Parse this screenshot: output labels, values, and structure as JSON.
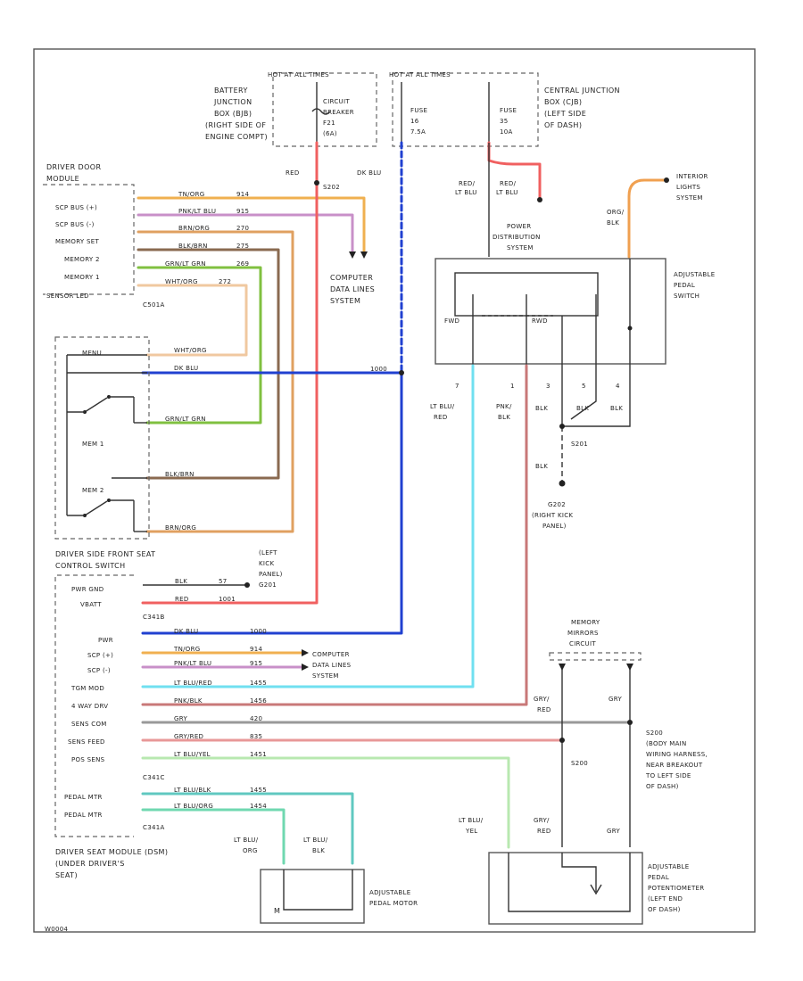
{
  "footer_code": "W0004",
  "labels": {
    "hot1": "HOT AT ALL TIMES",
    "hot2": "HOT AT ALL TIMES",
    "bjb1": "BATTERY",
    "bjb2": "JUNCTION",
    "bjb3": "BOX (BJB)",
    "bjb4": "(RIGHT SIDE OF",
    "bjb5": "ENGINE COMPT)",
    "cb1": "CIRCUIT",
    "cb2": "BREAKER",
    "cb3": "F21",
    "cb4": "(6A)",
    "fa1": "FUSE",
    "fa2": "16",
    "fa3": "7.5A",
    "fb1": "FUSE",
    "fb2": "35",
    "fb3": "10A",
    "cjb1": "CENTRAL JUNCTION",
    "cjb2": "BOX (CJB)",
    "cjb3": "(LEFT SIDE",
    "cjb4": "OF DASH)",
    "ddm1": "DRIVER DOOR",
    "ddm2": "MODULE",
    "pin_scp_plus": "SCP BUS (+)",
    "pin_scp_minus": "SCP BUS (-)",
    "pin_mem_set": "MEMORY SET",
    "pin_mem2": "MEMORY 2",
    "pin_mem1": "MEMORY 1",
    "pin_sensor": "SENSOR LED",
    "w_tn_org": "TN/ORG",
    "w_tn_org_n": "914",
    "w_pk_bu": "PNK/LT BLU",
    "w_pk_bu_n": "915",
    "w_bn_org": "BRN/ORG",
    "w_bn_org_n": "270",
    "w_bn_bu": "BLK/BRN",
    "w_bn_bu_n": "275",
    "w_gn_bk": "GRN/LT GRN",
    "w_gn_bk_n": "269",
    "w_wh_org": "WHT/ORG",
    "w_wh_org_n": "272",
    "c_c501a": "C501A",
    "cdl1": "COMPUTER",
    "cdl2": "DATA LINES",
    "cdl3": "SYSTEM",
    "red_top": "RED",
    "s202": "S202",
    "dk_blu_top": "DK BLU",
    "red_lt1": "RED/",
    "red_lt2": "LT BLU",
    "red_lt3": "RED/",
    "red_lt4": "LT BLU",
    "pds1": "POWER",
    "pds2": "DISTRIBUTION",
    "pds3": "SYSTEM",
    "org_blk1": "ORG/",
    "org_blk2": "BLK",
    "ils1": "INTERIOR",
    "ils2": "LIGHTS",
    "ils3": "SYSTEM",
    "aps1": "ADJUSTABLE",
    "aps2": "PEDAL",
    "aps3": "SWITCH",
    "fwd": "FWD",
    "rwd": "RWD",
    "pin7": "7",
    "pin1": "1",
    "pin3": "3",
    "pin5": "5",
    "pin4": "4",
    "ltb_red1": "LT BLU/",
    "ltb_red2": "RED",
    "pnk_blk1": "PNK/",
    "pnk_blk2": "BLK",
    "blk_a": "BLK",
    "blk_b": "BLK",
    "blk_c": "BLK",
    "blk_d": "BLK",
    "s201": "S201",
    "g202_1": "G202",
    "g202_2": "(RIGHT KICK",
    "g202_3": "PANEL)",
    "w_wh_org2": "WHT/ORG",
    "w_dk_blu": "DK BLU",
    "dk_n": "1000",
    "w_grn_lt": "GRN/LT GRN",
    "w_blk_brn": "BLK/BRN",
    "w_brn_org": "BRN/ORG",
    "seat1": "DRIVER SIDE FRONT SEAT",
    "seat2": "CONTROL SWITCH",
    "pwr_gnd": "PWR GND",
    "vbatt": "VBATT",
    "blk_gnd": "BLK",
    "blk_gnd_n": "57",
    "red_v": "RED",
    "red_v_n": "1001",
    "lk1": "(LEFT",
    "lk2": "KICK",
    "lk3": "PANEL)",
    "lk4": "G201",
    "c341b": "C341B",
    "pwr": "PWR",
    "scp_p": "SCP (+)",
    "scp_m": "SCP (-)",
    "tgl_mod": "TGM MOD",
    "4way": "4 WAY DRV",
    "sens_com": "SENS COM",
    "sens_feed": "SENS FEED",
    "pos_sens": "POS SENS",
    "w_dk_blu2": "DK BLU",
    "w_dk_blu2_n": "1000",
    "w_tn_org2": "TN/ORG",
    "w_tn_org2_n": "914",
    "w_pk_bu2": "PNK/LT BLU",
    "w_pk_bu2_n": "915",
    "w_lt_red": "LT BLU/RED",
    "w_lt_red_n": "1455",
    "w_pnk_blk": "PNK/BLK",
    "w_pnk_blk_n": "1456",
    "w_gry": "GRY",
    "w_gry_n": "420",
    "w_gry_red": "GRY/RED",
    "w_gry_red_n": "835",
    "w_lt_yel": "LT BLU/YEL",
    "w_lt_yel_n": "1451",
    "c341c": "C341C",
    "pedal_mtr1": "PEDAL MTR",
    "pedal_mtr2": "PEDAL MTR",
    "w_ltbl_blk": "LT BLU/BLK",
    "w_ltbl_blk_n": "1455",
    "w_ltbl_org": "LT BLU/ORG",
    "w_ltbl_org_n": "1454",
    "c341a": "C341A",
    "dsm1": "DRIVER SEAT MODULE (DSM)",
    "dsm2": "(UNDER DRIVER'S",
    "dsm3": "SEAT)",
    "cdl4": "COMPUTER",
    "cdl5": "DATA LINES",
    "cdl6": "SYSTEM",
    "mem1": "MEMORY",
    "mem2": "MIRRORS",
    "mem3": "CIRCUIT",
    "gry_red1": "GRY/",
    "gry_red2": "RED",
    "gry1": "GRY",
    "s200": "S200",
    "s200a": "S200",
    "s200b": "(BODY MAIN",
    "s200c": "WIRING HARNESS,",
    "s200d": "NEAR BREAKOUT",
    "s200e": "TO LEFT SIDE",
    "s200f": "OF DASH)",
    "ltb_org1": "LT BLU/",
    "ltb_org2": "ORG",
    "ltb_blk1": "LT BLU/",
    "ltb_blk2": "BLK",
    "apm1": "ADJUSTABLE",
    "apm2": "PEDAL MOTOR",
    "ltb_yel1": "LT BLU/",
    "ltb_yel2": "YEL",
    "gry_red3": "GRY/",
    "gry_red4": "RED",
    "gry2": "GRY",
    "app1": "ADJUSTABLE",
    "app2": "PEDAL",
    "app3": "POTENTIOMETER",
    "app4": "(LEFT END",
    "app5": "OF DASH)",
    "m_label": "M",
    "menu": "MENU",
    "mem_1": "MEM 1",
    "mem_2": "MEM 2"
  },
  "colors": {
    "tan_org": "#f0b050",
    "pink_blu": "#c890c8",
    "brn_org": "#e0a060",
    "blk_brn": "#8a6a50",
    "grn": "#80c040",
    "wht_org": "#f0c8a0",
    "red": "#f06060",
    "dk_blu": "#2040d0",
    "lt_blu": "#70e0f0",
    "pnk_blk": "#c87878",
    "gry": "#999999",
    "gry_red": "#e89898",
    "lt_yel": "#b8e8b0",
    "lt_blu_blk": "#60c8c0",
    "lt_blu_org": "#70d8b0",
    "org_blk": "#f0a050"
  }
}
